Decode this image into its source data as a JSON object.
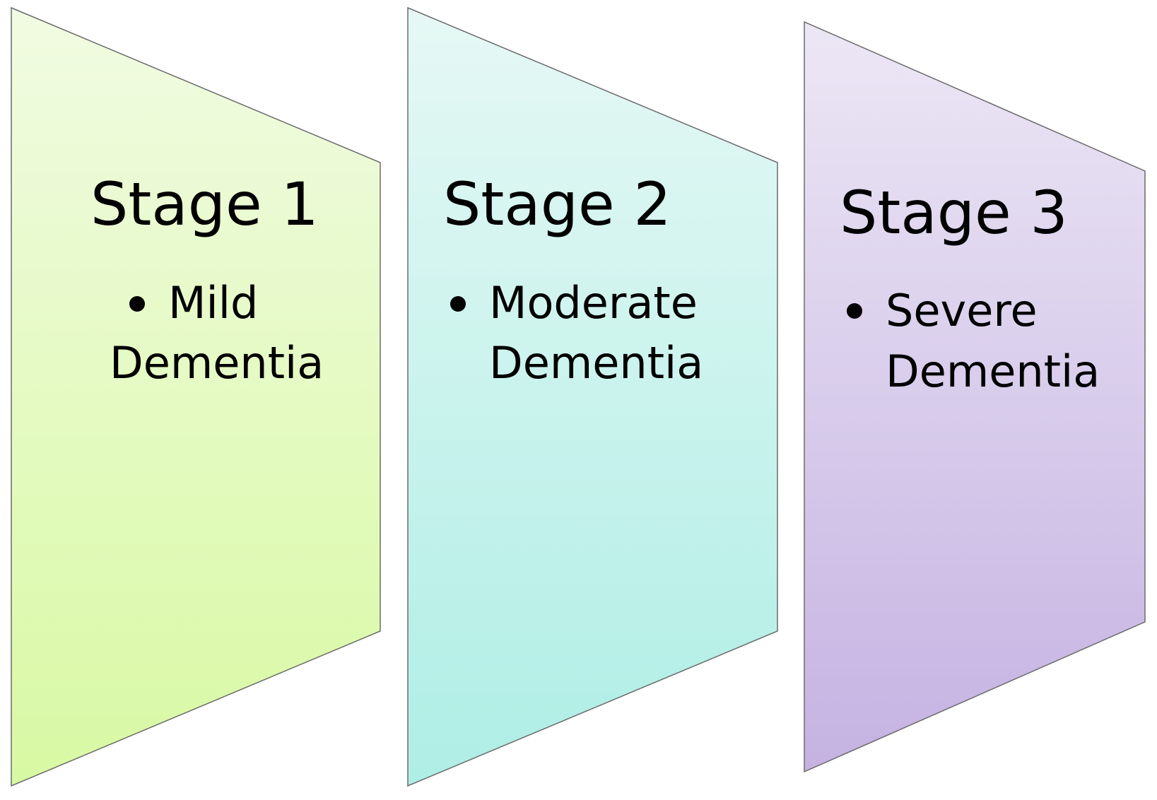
{
  "colors": {
    "background": "#ffffff",
    "outline": "#6b6b6b",
    "text": "#000000"
  },
  "stages": [
    {
      "title": "Stage 1",
      "item_line1": "Mild",
      "item_line2": "Dementia",
      "fill_top": "#f1fbe2",
      "fill_bottom": "#d8f9a3"
    },
    {
      "title": "Stage 2",
      "item_line1": "Moderate",
      "item_line2": "Dementia",
      "fill_top": "#e6f8f5",
      "fill_bottom": "#aeeee5"
    },
    {
      "title": "Stage 3",
      "item_line1": "Severe",
      "item_line2": "Dementia",
      "fill_top": "#ece7f5",
      "fill_bottom": "#c5b2e2"
    }
  ]
}
